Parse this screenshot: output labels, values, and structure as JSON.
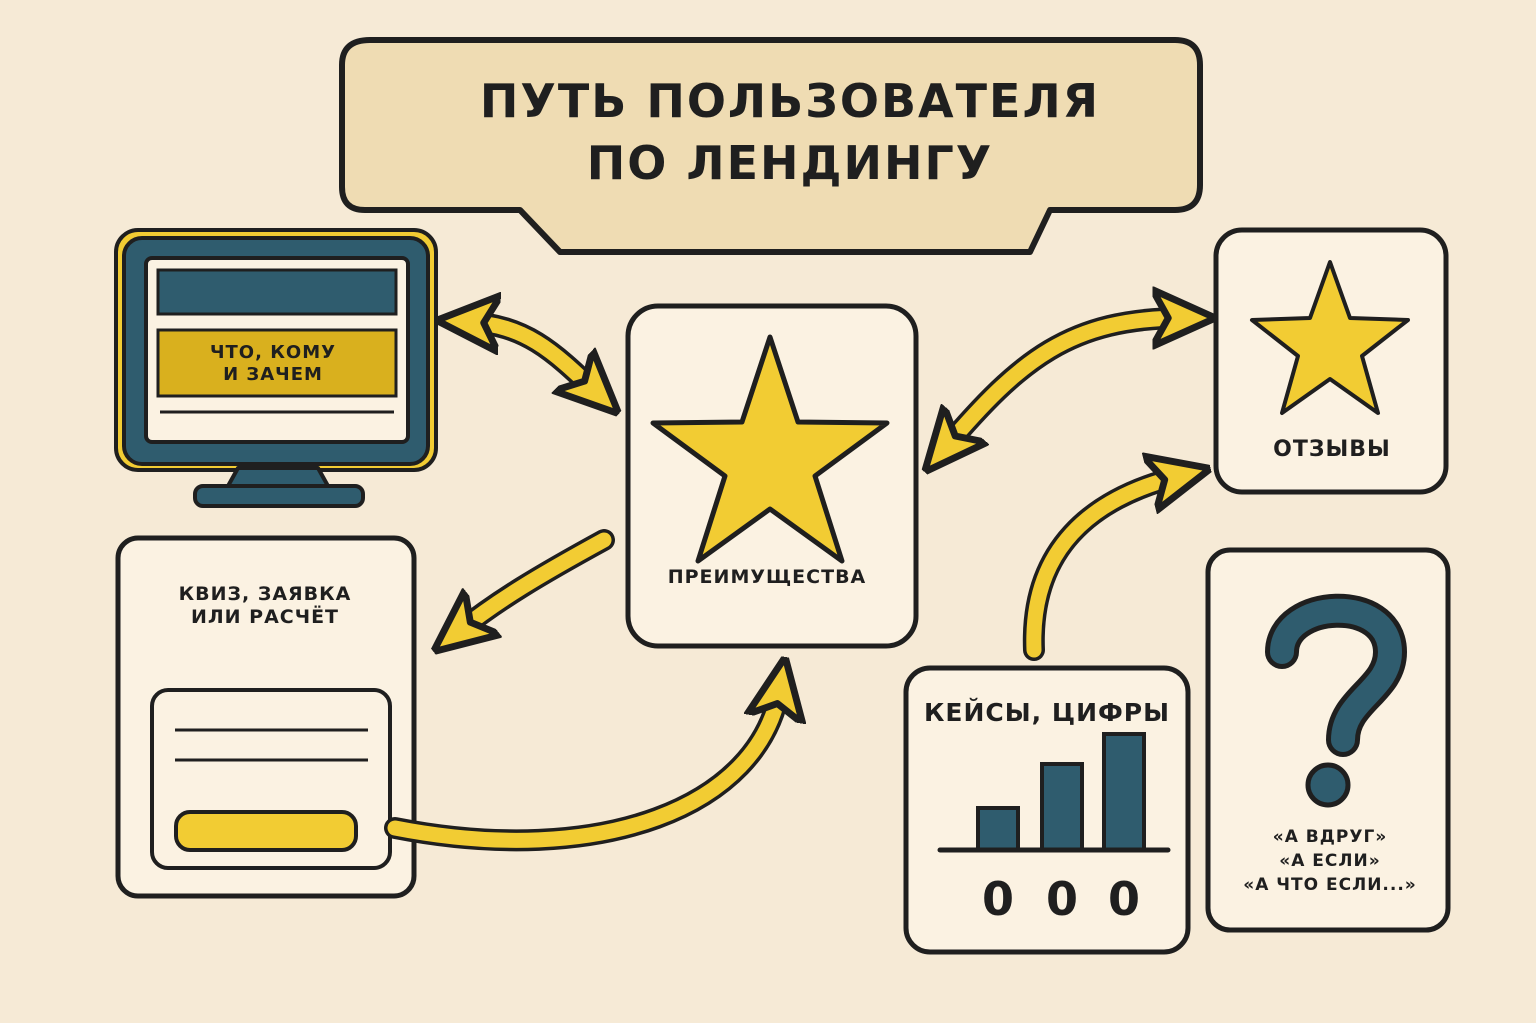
{
  "title": "Путь пользователя\nпо лендингу",
  "monitor": {
    "text": "что, кому\nи зачем"
  },
  "quiz": {
    "text": "квиз, заявка\nили расчёт"
  },
  "advantages": {
    "text": "Преимущества"
  },
  "reviews": {
    "text": "отзывы"
  },
  "cases": {
    "text": "Кейсы, цифры",
    "zeros": [
      "0",
      "0",
      "0"
    ]
  },
  "doubts": {
    "text": "«А вдруг»\n«А если»\n«А что если...»"
  },
  "colors": {
    "background": "#f6ead6",
    "bubble": "#efdcb3",
    "card": "#fbf2e2",
    "outline": "#1f1f1f",
    "yellow": "#f2cc33",
    "yellow_dark": "#d9b01e",
    "blue": "#2f5c6e"
  }
}
